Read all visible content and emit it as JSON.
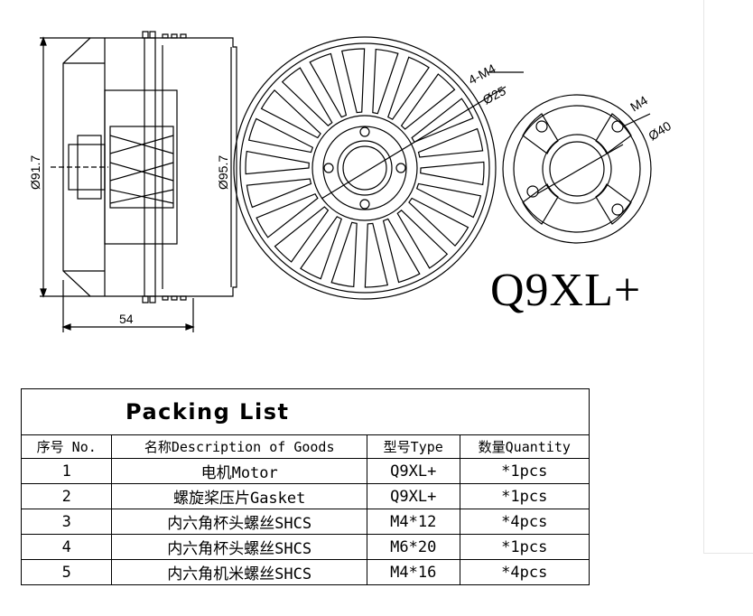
{
  "drawing": {
    "dim_outer_dia": "Ø91.7",
    "dim_shaft_dia": "Ø95.7",
    "dim_length": "54",
    "dim_holes": "4-M4",
    "dim_pcd": "Ø25",
    "dim_mount_thread": "M4",
    "dim_mount_pcd": "Ø40",
    "model": "Q9XL+"
  },
  "packing": {
    "title": "Packing List",
    "headers": [
      "序号 No.",
      "名称Description of Goods",
      "型号Type",
      "数量Quantity"
    ],
    "rows": [
      [
        "1",
        "电机Motor",
        "Q9XL+",
        "*1pcs"
      ],
      [
        "2",
        "螺旋桨压片Gasket",
        "Q9XL+",
        "*1pcs"
      ],
      [
        "3",
        "内六角杯头螺丝SHCS",
        "M4*12",
        "*4pcs"
      ],
      [
        "4",
        "内六角杯头螺丝SHCS",
        "M6*20",
        "*1pcs"
      ],
      [
        "5",
        "内六角机米螺丝SHCS",
        "M4*16",
        "*4pcs"
      ]
    ]
  }
}
